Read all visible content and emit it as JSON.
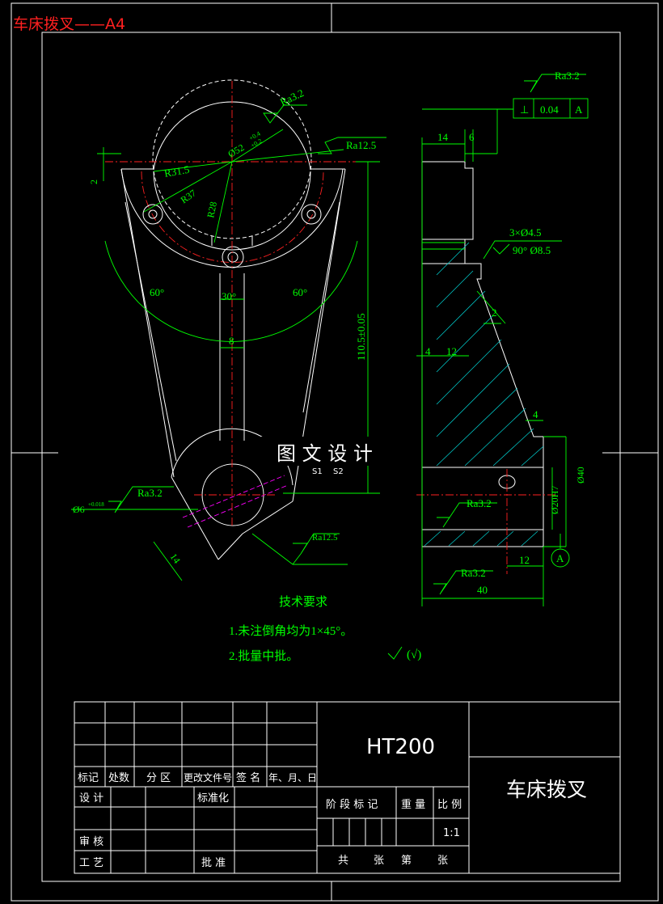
{
  "header": {
    "title": "车床拨叉——A4"
  },
  "watermark": "图 文 设 计",
  "front_view": {
    "ra_top": "Ra3.2",
    "ra_right": "Ra12.5",
    "ra_left": "Ra3.2",
    "ra_bottom": "Ra12.5",
    "dims": {
      "r315": "R31.5",
      "r37": "R37",
      "r28": "R28",
      "dia52": "Ø52",
      "tol_up": "+0.4",
      "tol_dn": "+0.2",
      "dim2": "2",
      "ang60l": "60°",
      "ang60r": "60°",
      "ang30": "30°",
      "dim8": "8",
      "dim110": "110.5±0.05",
      "dim6": "Ø6",
      "dim6tol": "+0.018",
      "dim14": "14"
    },
    "hidden_marks": [
      "S1",
      "S2"
    ]
  },
  "side_view": {
    "ra_top": "Ra3.2",
    "tolerance_frame": {
      "symbol": "⊥",
      "value": "0.04",
      "datum": "A"
    },
    "dims": {
      "d14": "14",
      "d6": "6",
      "holes": "3×Ø4.5",
      "counter": "90° Ø8.5",
      "d2": "2",
      "d4a": "4",
      "d12a": "12",
      "d4b": "4",
      "d40dia": "Ø40",
      "d20h7": "Ø20H7",
      "d12b": "12",
      "d40": "40"
    },
    "ra_mid": "Ra3.2",
    "ra_bottom": "Ra3.2",
    "datum_label": "A"
  },
  "tech": {
    "title": "技术要求",
    "items": [
      "1.未注倒角均为1×45°。",
      "2.批量中批。"
    ],
    "roughness": "(√)"
  },
  "titleblock": {
    "material": "HT200",
    "part_name": "车床拨叉",
    "hdr": [
      "标记",
      "处数",
      "分 区",
      "更改文件号",
      "签 名",
      "年、月、日"
    ],
    "design": "设 计",
    "standard": "标准化",
    "check": "审 核",
    "process": "工 艺",
    "approve": "批 准",
    "stage": "阶 段 标 记",
    "weight": "重 量",
    "scale_lbl": "比 例",
    "scale": "1:1",
    "total": "共",
    "sheet1": "张",
    "no": "第",
    "sheet2": "张"
  }
}
